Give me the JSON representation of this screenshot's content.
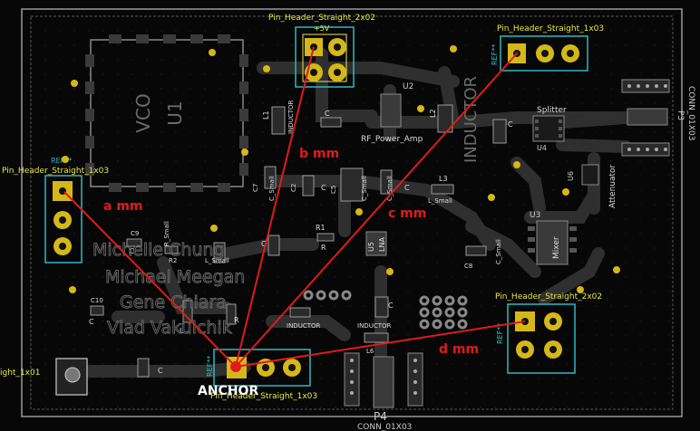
{
  "colors": {
    "background": "#070707",
    "copper": "#2f2f2f",
    "silkscreen": "#e8e84a",
    "pad": "#d4b817",
    "courtyard": "#2fb8c4",
    "measure": "#e01b1b",
    "fab_text": "#6a6a6a",
    "outline": "#9a9a9a"
  },
  "labels": {
    "vco": "VCO",
    "u1": "U1",
    "u2": "U2",
    "rf_power_amp": "RF_Power_Amp",
    "inductor_vertical": "INDUCTOR",
    "inductor_small1": "INDUCTOR",
    "inductor_small2": "INDUCTOR",
    "inductor_small3": "INDUCTOR",
    "splitter": "Splitter",
    "u4": "U4",
    "attenuator": "Attenuator",
    "u3": "U3",
    "mixer": "Mixer",
    "lna": "LNA",
    "u5": "U5",
    "u6": "U6",
    "conn_right": "CONN_01X03",
    "p3": "P3",
    "conn_bottom": "CONN_01X03",
    "p4": "P4",
    "plus5v": "+5V",
    "r1": "R1",
    "r": "R",
    "c_small1": "C_Small",
    "c_small2": "C_Small",
    "c_small3": "C_Small",
    "c_small4": "C_Small",
    "c_small5": "C_Small",
    "l_small1": "L_Small",
    "l_small2": "L_Small",
    "r_small": "R_Small",
    "l1": "L1",
    "l2": "L2",
    "l3": "L3",
    "l6": "L6",
    "c2": "C2",
    "c5": "C5",
    "c7": "C7",
    "c8": "C8",
    "c9": "C9",
    "c10": "C10",
    "r2": "R2",
    "c": "C",
    "l": "L"
  },
  "headers": {
    "top_2x02": "Pin_Header_Straight_2x02",
    "top_right_1x03": "Pin_Header_Straight_1x03",
    "left_1x03": "Pin_Header_Straight_1x03",
    "bottom_1x03": "Pin_Header_Straight_1x03",
    "bottom_right_2x02": "Pin_Header_Straight_2x02",
    "left_edge_1x01": "ight_1x01",
    "ref": "REF**"
  },
  "credits": [
    "Michelle Chung",
    "Michael Meegan",
    "Gene Chiara",
    "Vlad Vakulchik"
  ],
  "measurements": {
    "a": "a mm",
    "b": "b mm",
    "c": "c mm",
    "d": "d mm",
    "anchor": "ANCHOR"
  }
}
